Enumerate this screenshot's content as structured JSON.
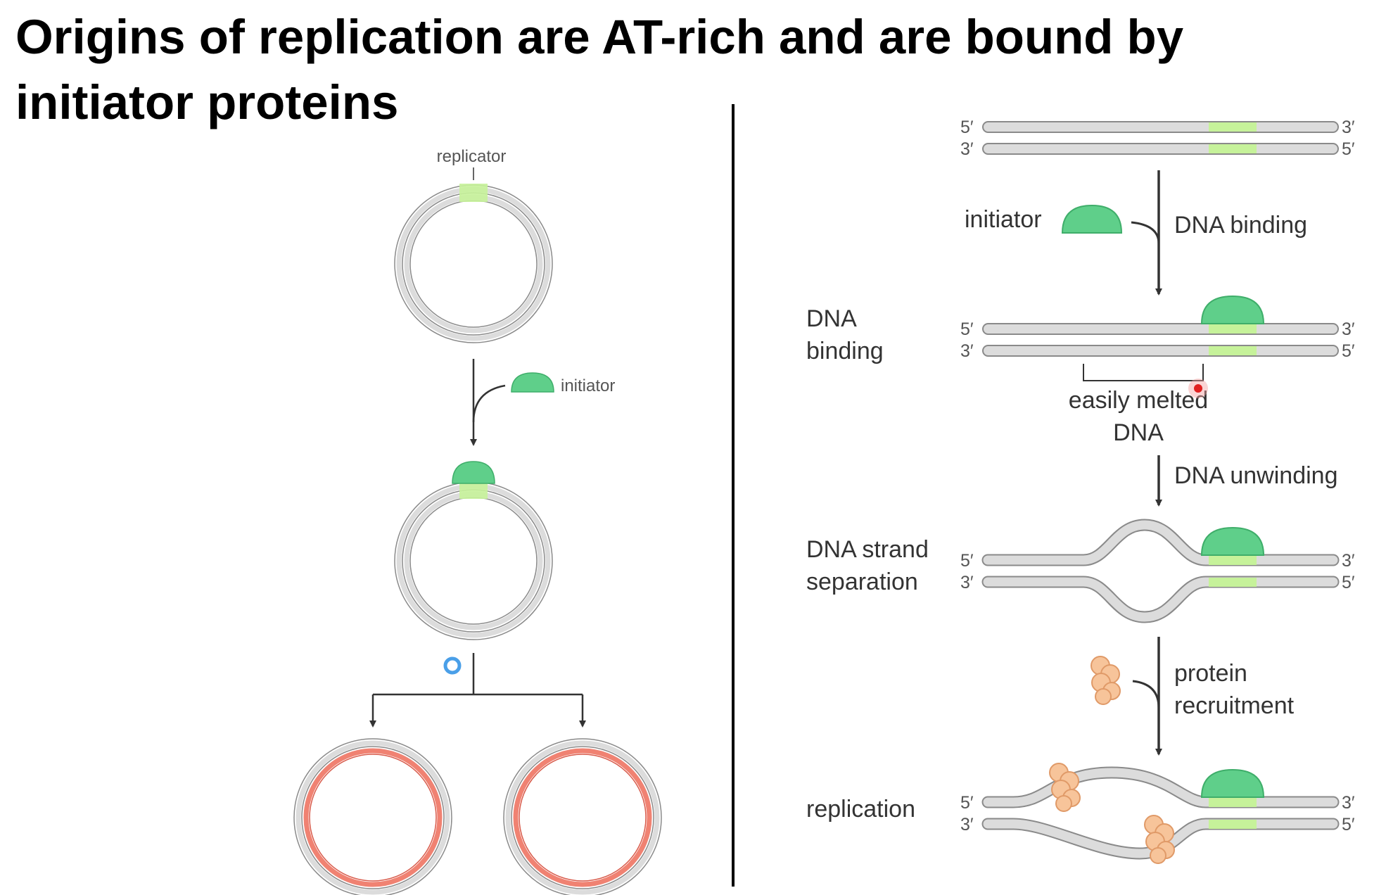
{
  "title": "Origins of replication are AT-rich and are bound by initiator proteins",
  "colors": {
    "strand_fill": "#dcdcdc",
    "strand_outline": "#8a8a8a",
    "replicator_green": "#c6f29a",
    "initiator_green": "#5fcf8a",
    "replicated_red": "#f08272",
    "recruited_protein_orange": "#f7c49a",
    "arrow": "#333333",
    "divider": "#000000"
  },
  "left_panel": {
    "replicator_label": "replicator",
    "initiator_label": "initiator"
  },
  "right_panel": {
    "end_labels": {
      "five_prime": "5′",
      "three_prime": "3′"
    },
    "steps": {
      "initiator_label": "initiator",
      "dna_binding_arrow_label": "DNA binding",
      "dna_binding_stage_line1": "DNA",
      "dna_binding_stage_line2": "binding",
      "melted_line1": "easily melted",
      "melted_line2": "DNA",
      "unwinding_arrow_label": "DNA unwinding",
      "separation_stage_line1": "DNA strand",
      "separation_stage_line2": "separation",
      "recruitment_line1": "protein",
      "recruitment_line2": "recruitment",
      "replication_stage_label": "replication"
    }
  },
  "icons": [
    "arrow-down-icon",
    "initiator-protein-icon",
    "recruited-protein-icon",
    "cursor-ring-icon",
    "click-marker-icon"
  ]
}
